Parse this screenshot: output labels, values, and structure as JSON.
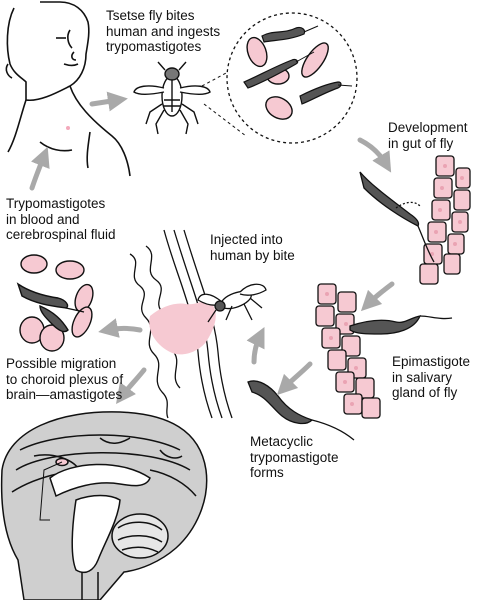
{
  "labels": {
    "tsetse_bites": [
      "Tsetse fly bites",
      "human and ingests",
      "trypomastigotes"
    ],
    "development_gut": [
      "Development",
      "in gut of fly"
    ],
    "trypo_blood": [
      "Trypomastigotes",
      "in blood and",
      "cerebrospinal fluid"
    ],
    "injected": [
      "Injected into",
      "human by bite"
    ],
    "migration": [
      "Possible migration",
      "to choroid plexus of",
      "brain—amastigotes"
    ],
    "epimastigote": [
      "Epimastigote",
      "in salivary",
      "gland of fly"
    ],
    "metacyclic": [
      "Metacyclic",
      "trypomastigote",
      "forms"
    ]
  },
  "colors": {
    "cell_pink": "#f6c9d2",
    "cell_pink_dark": "#eaa3b3",
    "parasite_gray": "#555555",
    "arrow_gray": "#a9a9a9",
    "brain_gray": "#cfcfcf",
    "outline": "#111111"
  },
  "icons": [
    "human-figure",
    "tsetse-fly-icon",
    "magnified-blood-view",
    "fly-gut-cells",
    "salivary-gland-cells",
    "skin-section",
    "brain-section"
  ]
}
